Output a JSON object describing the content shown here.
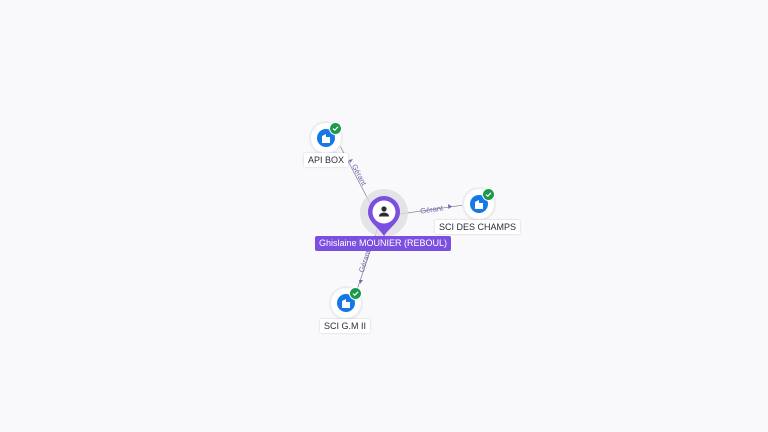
{
  "person": {
    "name": "Ghislaine MOUNIER (REBOUL)",
    "icon": "person-icon",
    "color": "#7b4fe0"
  },
  "companies": [
    {
      "name": "API BOX",
      "icon": "building-icon",
      "status": "verified-check-icon"
    },
    {
      "name": "SCI DES CHAMPS",
      "icon": "building-icon",
      "status": "verified-check-icon"
    },
    {
      "name": "SCI G.M II",
      "icon": "building-icon",
      "status": "verified-check-icon"
    }
  ],
  "edges": [
    {
      "role": "Gérant",
      "to": "API BOX"
    },
    {
      "role": "Gérant",
      "to": "SCI DES CHAMPS"
    },
    {
      "role": "Gérant",
      "to": "SCI G.M II"
    }
  ],
  "colors": {
    "company_icon": "#1677e6",
    "verified_badge": "#1a9a4a",
    "edge_label": "#6a6aa8"
  }
}
